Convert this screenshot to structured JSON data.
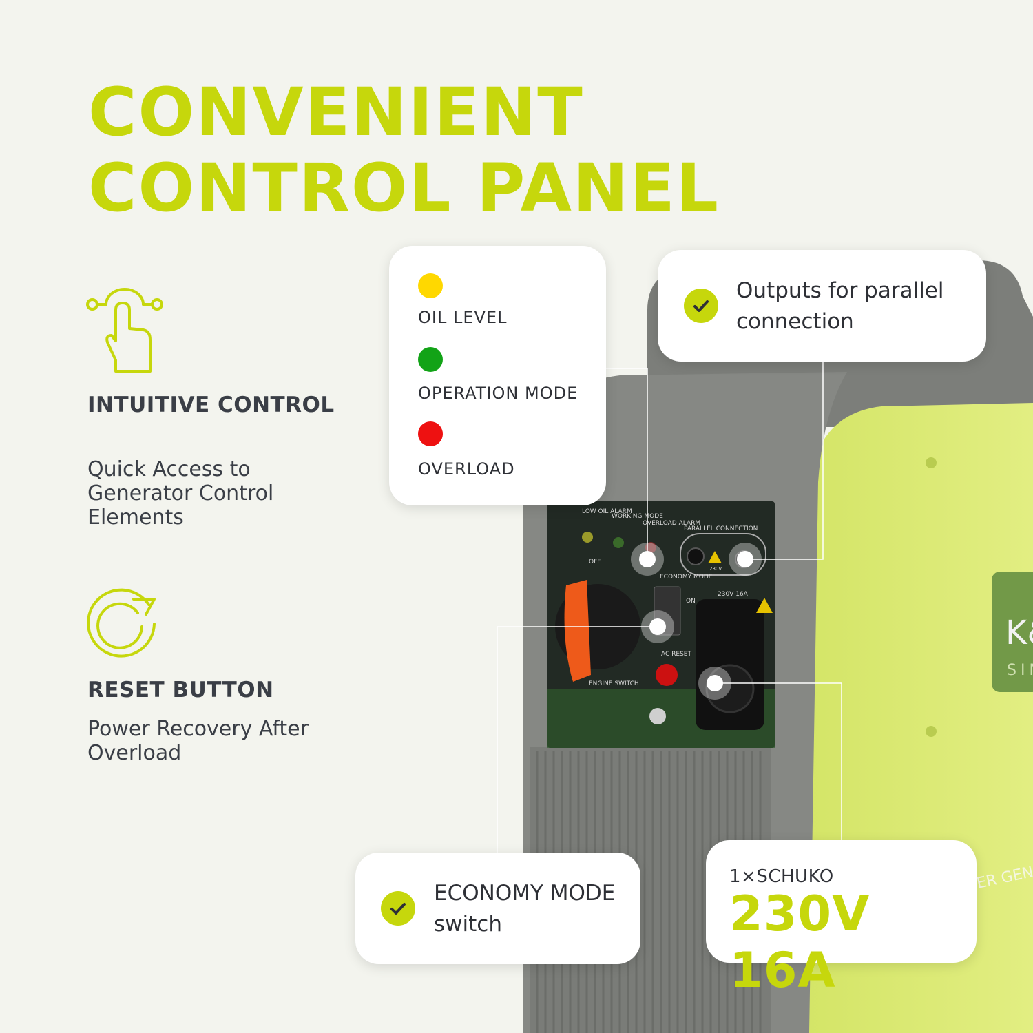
{
  "title": {
    "line1": "CONVENIENT",
    "line2": "CONTROL PANEL"
  },
  "features": [
    {
      "icon": "touch-control-icon",
      "title": "INTUITIVE CONTROL",
      "description": "Quick Access to Generator Control Elements"
    },
    {
      "icon": "reset-arrow-icon",
      "title": "RESET BUTTON",
      "description": "Power Recovery After Overload"
    }
  ],
  "indicators": [
    {
      "label": "OIL LEVEL",
      "color": "#ffd800"
    },
    {
      "label": "OPERATION MODE",
      "color": "#12a317"
    },
    {
      "label": "OVERLOAD",
      "color": "#ee1111"
    }
  ],
  "callouts": {
    "parallel": "Outputs for parallel connection",
    "economy": "ECONOMY MODE switch",
    "schuko_label": "1×SCHUKO",
    "schuko_value": "230V 16A"
  },
  "panel_labels": {
    "low_oil": "LOW OIL ALARM",
    "working": "WORKING MODE",
    "overload": "OVERLOAD ALARM",
    "parallel": "PARALLEL CONNECTION",
    "volt_small": "230V",
    "economy": "ECONOMY MODE",
    "on": "ON",
    "off": "OFF",
    "socket": "230V 16A",
    "ac_reset": "AC RESET",
    "engine_switch": "ENGINE SWITCH",
    "brand": "K&",
    "series": "SIN",
    "side_text": "ER GENERATO"
  },
  "colors": {
    "accent": "#c6d70c",
    "text": "#3a3e46",
    "background": "#f3f4ee"
  }
}
